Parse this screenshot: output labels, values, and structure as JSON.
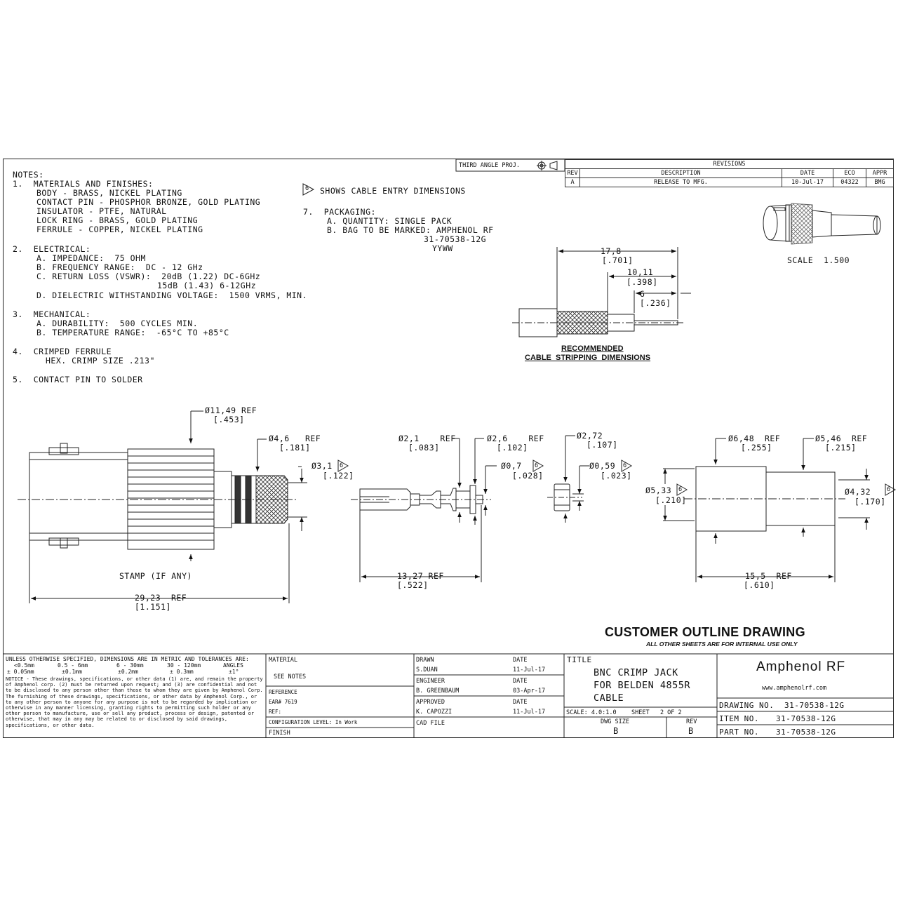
{
  "projection": "THIRD ANGLE PROJ.",
  "revisions": {
    "header": "REVISIONS",
    "columns": [
      "REV",
      "DESCRIPTION",
      "DATE",
      "ECO",
      "APPR"
    ],
    "rows": [
      [
        "A",
        "RELEASE TO MFG.",
        "10-Jul-17",
        "04322",
        "BMG"
      ]
    ]
  },
  "notes": {
    "title": "NOTES:",
    "n1": "1.  MATERIALS AND FINISHES:",
    "n1a": "BODY - BRASS, NICKEL PLATING",
    "n1b": "CONTACT PIN - PHOSPHOR BRONZE, GOLD PLATING",
    "n1c": "INSULATOR - PTFE, NATURAL",
    "n1d": "LOCK RING - BRASS, GOLD PLATING",
    "n1e": "FERRULE - COPPER, NICKEL PLATING",
    "n2": "2.  ELECTRICAL:",
    "n2a": "A. IMPEDANCE:  75 OHM",
    "n2b": "B. FREQUENCY RANGE:  DC - 12 GHz",
    "n2c": "C. RETURN LOSS (VSWR):  20dB (1.22) DC-6GHz",
    "n2c2": "15dB (1.43) 6-12GHz",
    "n2d": "D. DIELECTRIC WITHSTANDING VOLTAGE:  1500 VRMS, MIN.",
    "n3": "3.  MECHANICAL:",
    "n3a": "A. DURABILITY:  500 CYCLES MIN.",
    "n3b": "B. TEMPERATURE RANGE:  -65°C TO +85°C",
    "n4": "4.  CRIMPED FERRULE",
    "n4a": "HEX. CRIMP SIZE .213\"",
    "n5": "5.  CONTACT PIN TO SOLDER",
    "n6": "SHOWS CABLE ENTRY DIMENSIONS",
    "n6_flag": "6",
    "n7": "7.  PACKAGING:",
    "n7a": "A. QUANTITY: SINGLE PACK",
    "n7b": "B. BAG TO BE MARKED: AMPHENOL RF",
    "n7b2": "31-70538-12G",
    "n7b3": "YYWW"
  },
  "iso_view": {
    "scale_label": "SCALE  1.500"
  },
  "stripping": {
    "dim1": "17,8",
    "dim1_in": "[.701]",
    "dim2": "10,11",
    "dim2_in": "[.398]",
    "dim3": "6",
    "dim3_in": "[.236]",
    "caption1": "RECOMMENDED",
    "caption2": "CABLE  STRIPPING  DIMENSIONS"
  },
  "body_view": {
    "od": "Ø11,49 REF",
    "od_in": "[.453]",
    "d46": "Ø4,6   REF",
    "d46_in": "[.181]",
    "d31": "Ø3,1",
    "d31_in": "[.122]",
    "stamp": "STAMP (IF ANY)",
    "len": "29,23  REF",
    "len_in": "[1.151]"
  },
  "pin_view": {
    "d21": "Ø2,1    REF",
    "d21_in": "[.083]",
    "d26": "Ø2,6    REF",
    "d26_in": "[.102]",
    "d07": "Ø0,7",
    "d07_in": "[.028]",
    "len": "13,27 REF",
    "len_in": "[.522]"
  },
  "insulator_view": {
    "d272": "Ø2,72",
    "d272_in": "[.107]",
    "d059": "Ø0,59",
    "d059_in": "[.023]"
  },
  "ferrule_view": {
    "d648": "Ø6,48  REF",
    "d648_in": "[.255]",
    "d546": "Ø5,46  REF",
    "d546_in": "[.215]",
    "d533": "Ø5,33",
    "d533_in": "[.210]",
    "d432": "Ø4,32",
    "d432_in": "[.170]",
    "len": "15,5  REF",
    "len_in": "[.610]"
  },
  "banner": {
    "title": "CUSTOMER OUTLINE DRAWING",
    "subtitle": "ALL OTHER SHEETS ARE FOR INTERNAL USE ONLY"
  },
  "title_block": {
    "tol_header": "UNLESS OTHERWISE SPECIFIED, DIMENSIONS ARE IN METRIC AND TOLERANCES ARE:",
    "tol_cols": [
      "<0.5mm",
      "0.5 - 6mm",
      "6 - 30mm",
      "30 - 120mm",
      "ANGLES"
    ],
    "tol_vals": [
      "± 0.05mm",
      "±0.1mm",
      "±0.2mm",
      "± 0.3mm",
      "±1°"
    ],
    "notice": "NOTICE - These drawings, specifications, or other data (1) are, and remain the property of Amphenol corp.  (2) must be returned upon request; and (3) are confidential and not to be disclosed to any person other than those to whom they are given by Amphenol Corp.  The furnishing of these drawings, specifications, or other data by Amphenol Corp., or to any other person to anyone for any purpose is not to be regarded by implication or otherwise in any manner licensing, granting rights to permitting such holder or any other person to manufacture, use or sell any product, process or design, patented or otherwise, that may in any may be related to or disclosed by said drawings, specifications, or other data.",
    "material_label": "MATERIAL",
    "material_value": "SEE NOTES",
    "reference_label": "REFERENCE",
    "ear": "EAR# 7619",
    "ref_label": "REF:",
    "config": "CONFIGURATION LEVEL: In Work",
    "finish_label": "FINISH",
    "drawn_label": "DRAWN",
    "drawn_by": "S.DUAN",
    "drawn_date": "11-Jul-17",
    "engineer_label": "ENGINEER",
    "engineer": "B. GREENBAUM",
    "engineer_date": "03-Apr-17",
    "approved_label": "APPROVED",
    "approved_by": "K. CAPOZZI",
    "approved_date": "11-Jul-17",
    "date_label": "DATE",
    "cad_label": "CAD FILE",
    "title_label": "TITLE",
    "title_1": "BNC CRIMP JACK",
    "title_2": "FOR BELDEN 4855R",
    "title_3": "CABLE",
    "scale": "SCALE: 4.0:1.0",
    "sheet": "SHEET   2 OF 2",
    "dwg_size_label": "DWG SIZE",
    "dwg_size": "B",
    "rev_label": "REV",
    "rev": "B",
    "company": "Amphenol RF",
    "website": "www.amphenolrf.com",
    "drawing_no_label": "DRAWING NO.",
    "drawing_no": "31-70538-12G",
    "item_no_label": "ITEM NO.",
    "item_no": "31-70538-12G",
    "part_no_label": "PART NO.",
    "part_no": "31-70538-12G"
  }
}
